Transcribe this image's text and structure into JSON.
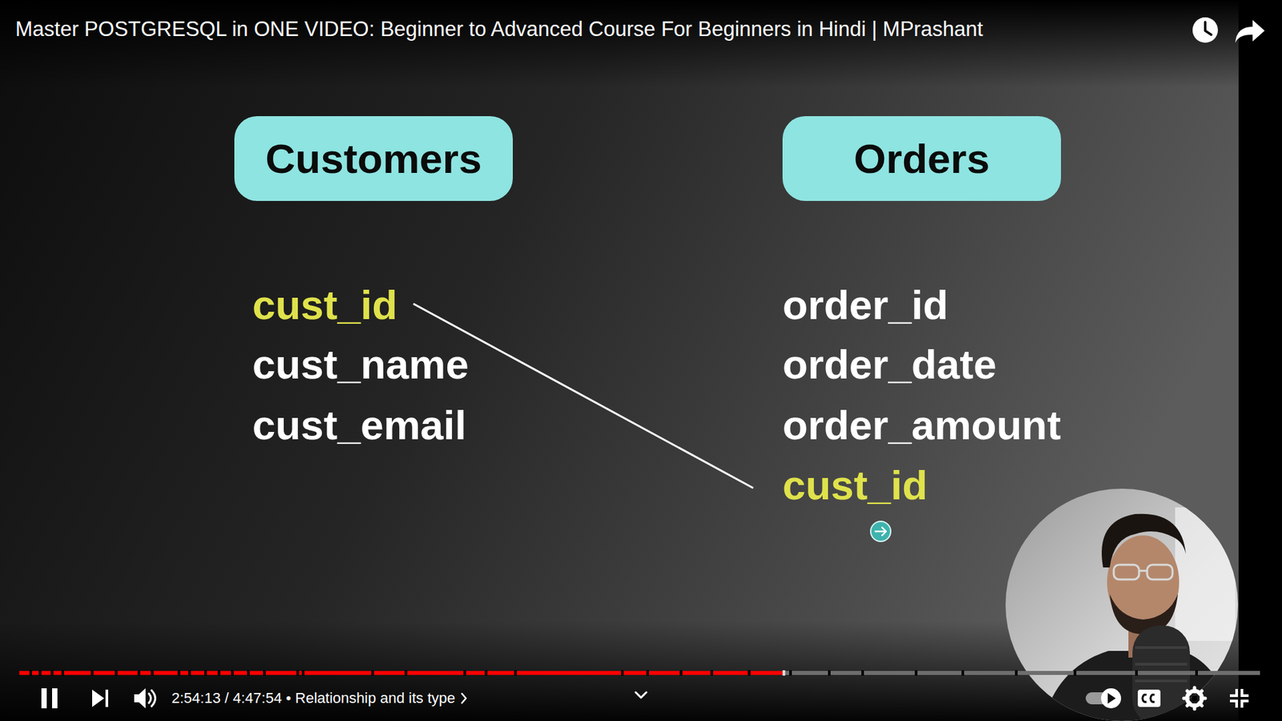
{
  "diagram": {
    "title": "Master POSTGRESQL in ONE VIDEO: Beginner to Advanced Course For Beginners in Hindi | MPrashant",
    "nodes": [
      {
        "text": [
          "Customers"
        ]
      },
      {
        "text": [
          "Orders"
        ]
      },
      {
        "text": [
          "cust_id"
        ]
      },
      {
        "text": [
          "cust_name"
        ]
      },
      {
        "text": [
          "cust_email"
        ]
      },
      {
        "text": [
          "order_id"
        ]
      },
      {
        "text": [
          "order_date"
        ]
      },
      {
        "text": [
          "order_amount"
        ]
      },
      {
        "text": [
          "cust_id"
        ]
      }
    ],
    "edges": [
      {
        "from": 2,
        "to": 8,
        "arrow": "none"
      }
    ],
    "labels": [
      "2:54:13 / 4:47:54 • Relationship and its type"
    ]
  }
}
